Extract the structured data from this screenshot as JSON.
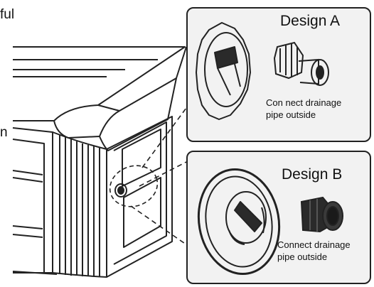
{
  "fragments": {
    "top": "ful",
    "side": "n"
  },
  "design_a": {
    "title": "Design A",
    "caption_line1": "Con nect drainage",
    "caption_line2": "pipe  outside"
  },
  "design_b": {
    "title": "Design B",
    "caption_line1": "Connect drainage",
    "caption_line2": "pipe outside"
  },
  "colors": {
    "stroke": "#222222",
    "panel_bg": "#f2f2f2",
    "dark_fill": "#2a2a2a"
  }
}
